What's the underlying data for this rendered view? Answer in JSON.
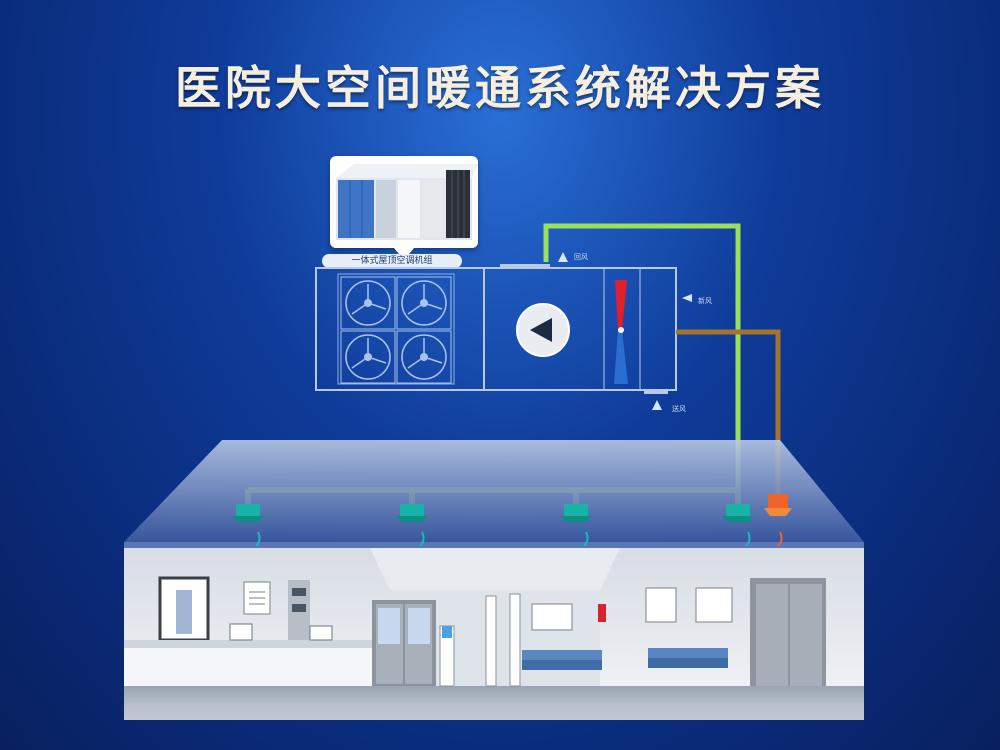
{
  "title": "医院大空间暖通系统解决方案",
  "unit": {
    "label": "一体式屋顶空调机组"
  },
  "labels": {
    "top_outlet": "回风",
    "right_inlet": "新风",
    "bottom_outlet": "送风"
  },
  "colors": {
    "supply_duct": "#9be05a",
    "heat_duct": "#a4742f",
    "diffuser": "#16b3a6",
    "heater": "#f0642a",
    "unit_outline": "#b8c9e8"
  }
}
